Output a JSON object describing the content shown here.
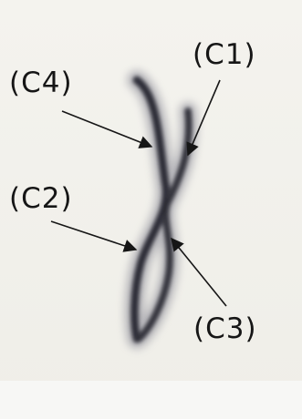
{
  "labels": {
    "c1": "(C1)",
    "c2": "(C2)",
    "c3": "(C3)",
    "c4": "(C4)"
  },
  "colors": {
    "background": "#f2f1ec",
    "chromosome_stroke": "#3b3b44",
    "chromosome_halo": "#8a8a96",
    "arrow": "#161616",
    "label": "#161616"
  }
}
